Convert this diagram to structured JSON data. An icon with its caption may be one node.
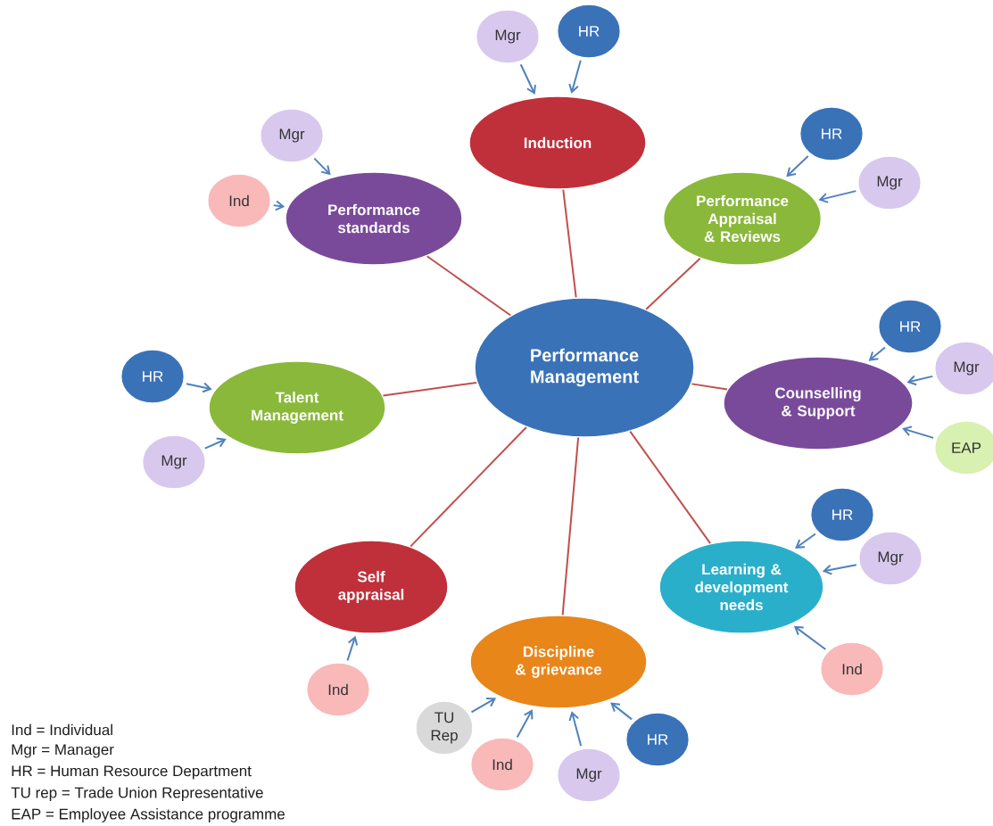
{
  "diagram": {
    "nodes": [
      {
        "text": [
          "Performance Management"
        ]
      },
      {
        "text": [
          "Induction"
        ]
      },
      {
        "text": [
          "Performance standards"
        ]
      },
      {
        "text": [
          "Performance Appraisal & Reviews"
        ]
      },
      {
        "text": [
          "Talent Management"
        ]
      },
      {
        "text": [
          "Counselling & Support"
        ]
      },
      {
        "text": [
          "Self appraisal"
        ]
      },
      {
        "text": [
          "Learning & development needs"
        ]
      },
      {
        "text": [
          "Discipline & grievance"
        ]
      },
      {
        "text": [
          "Mgr"
        ]
      },
      {
        "text": [
          "HR"
        ]
      },
      {
        "text": [
          "Mgr"
        ]
      },
      {
        "text": [
          "Ind"
        ]
      },
      {
        "text": [
          "HR"
        ]
      },
      {
        "text": [
          "Mgr"
        ]
      },
      {
        "text": [
          "HR"
        ]
      },
      {
        "text": [
          "Mgr"
        ]
      },
      {
        "text": [
          "HR"
        ]
      },
      {
        "text": [
          "Mgr"
        ]
      },
      {
        "text": [
          "EAP"
        ]
      },
      {
        "text": [
          "Ind"
        ]
      },
      {
        "text": [
          "HR"
        ]
      },
      {
        "text": [
          "Mgr"
        ]
      },
      {
        "text": [
          "Ind"
        ]
      },
      {
        "text": [
          "TU Rep"
        ]
      },
      {
        "text": [
          "Ind"
        ]
      },
      {
        "text": [
          "Mgr"
        ]
      },
      {
        "text": [
          "HR"
        ]
      }
    ],
    "edges": [
      {
        "from": 0,
        "to": 1,
        "arrow": "none",
        "color": "#c0504d"
      },
      {
        "from": 0,
        "to": 2,
        "arrow": "none",
        "color": "#c0504d"
      },
      {
        "from": 0,
        "to": 3,
        "arrow": "none",
        "color": "#c0504d"
      },
      {
        "from": 0,
        "to": 4,
        "arrow": "none",
        "color": "#c0504d"
      },
      {
        "from": 0,
        "to": 5,
        "arrow": "none",
        "color": "#c0504d"
      },
      {
        "from": 0,
        "to": 6,
        "arrow": "none",
        "color": "#c0504d"
      },
      {
        "from": 0,
        "to": 7,
        "arrow": "none",
        "color": "#c0504d"
      },
      {
        "from": 0,
        "to": 8,
        "arrow": "none",
        "color": "#c0504d"
      },
      {
        "from": 9,
        "to": 1,
        "arrow": "to"
      },
      {
        "from": 10,
        "to": 1,
        "arrow": "to"
      },
      {
        "from": 11,
        "to": 2,
        "arrow": "to"
      },
      {
        "from": 12,
        "to": 2,
        "arrow": "to"
      },
      {
        "from": 13,
        "to": 3,
        "arrow": "to"
      },
      {
        "from": 14,
        "to": 3,
        "arrow": "to"
      },
      {
        "from": 15,
        "to": 4,
        "arrow": "to"
      },
      {
        "from": 16,
        "to": 4,
        "arrow": "to"
      },
      {
        "from": 17,
        "to": 5,
        "arrow": "to"
      },
      {
        "from": 18,
        "to": 5,
        "arrow": "to"
      },
      {
        "from": 19,
        "to": 5,
        "arrow": "to"
      },
      {
        "from": 20,
        "to": 6,
        "arrow": "to"
      },
      {
        "from": 21,
        "to": 7,
        "arrow": "to"
      },
      {
        "from": 22,
        "to": 7,
        "arrow": "to"
      },
      {
        "from": 23,
        "to": 7,
        "arrow": "to"
      },
      {
        "from": 24,
        "to": 8,
        "arrow": "to"
      },
      {
        "from": 25,
        "to": 8,
        "arrow": "to"
      },
      {
        "from": 26,
        "to": 8,
        "arrow": "to"
      },
      {
        "from": 27,
        "to": 8,
        "arrow": "to"
      }
    ],
    "labels": [
      "Ind  = Individual",
      "Mgr = Manager",
      "HR = Human Resource Department",
      "TU rep = Trade Union Representative",
      "EAP = Employee Assistance programme"
    ]
  }
}
